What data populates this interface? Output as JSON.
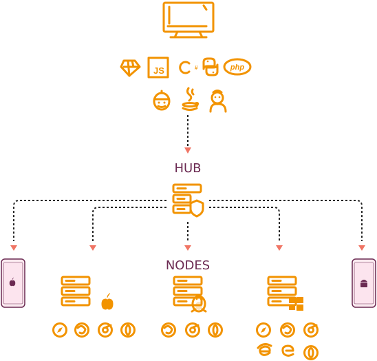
{
  "diagram": {
    "hub_label": "HUB",
    "nodes_label": "NODES",
    "client_badges": [
      "JS",
      "php"
    ],
    "colors": {
      "accent": "#f29300",
      "label": "#6b2a52",
      "arrow": "#f07565",
      "connector": "#222222",
      "phone_fill": "#fbeaf0",
      "phone_stroke": "#6b2a52"
    },
    "client_language_icons": [
      "ruby-icon",
      "javascript-icon",
      "csharp-icon",
      "python-icon",
      "php-icon"
    ],
    "client_framework_icons": [
      "robot-icon",
      "java-icon",
      "groovy-icon"
    ],
    "hub_icon": "server-shield-icon",
    "nodes": [
      {
        "os": "ios-phone",
        "browsers": []
      },
      {
        "os": "macos-server",
        "browsers": [
          "safari",
          "firefox",
          "chrome",
          "opera"
        ]
      },
      {
        "os": "linux-server",
        "browsers": [
          "firefox",
          "chrome",
          "opera"
        ]
      },
      {
        "os": "windows-server",
        "browsers": [
          "safari",
          "firefox",
          "chrome",
          "ie",
          "edge",
          "opera"
        ]
      },
      {
        "os": "android-phone",
        "browsers": []
      }
    ]
  }
}
